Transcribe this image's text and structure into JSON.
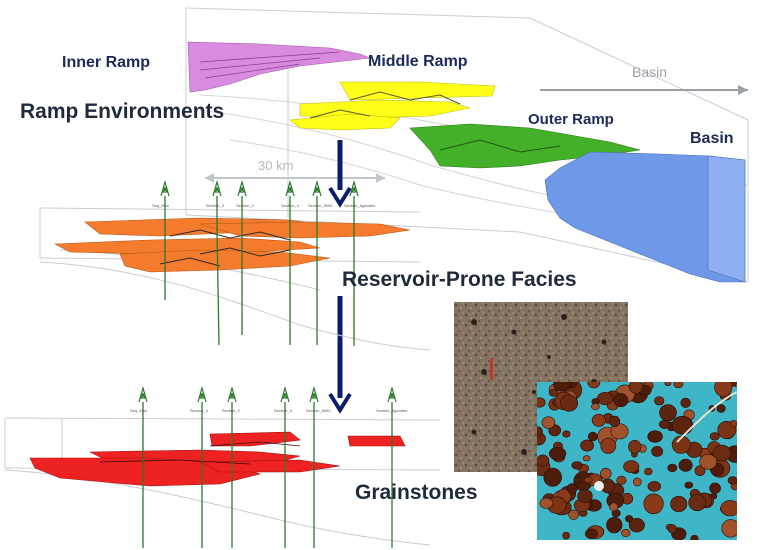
{
  "labels": {
    "ramp_environments": "Ramp Environments",
    "reservoir_prone_facies": "Reservoir-Prone Facies",
    "grainstones": "Grainstones"
  },
  "environments": {
    "inner_ramp": "Inner Ramp",
    "middle_ramp": "Middle Ramp",
    "outer_ramp": "Outer Ramp",
    "basin": "Basin"
  },
  "axis": {
    "basin_direction": "Basin"
  },
  "scale_bar": {
    "label": "30 km"
  },
  "wells": {
    "middle_row": [
      "Seq_Mbs",
      "Section_3",
      "Section_2",
      "Section_4",
      "Section_3000",
      "Section_Agoudim"
    ],
    "bottom_row": [
      "Seq_Mbs",
      "Section_3",
      "Section_2",
      "Section_4",
      "Section_3000",
      "Section_Agoudim"
    ]
  },
  "colors": {
    "inner_ramp": "#d98be0",
    "middle_ramp": "#ffff1a",
    "outer_ramp": "#44b02a",
    "basin": "#6f98e8",
    "reservoir": "#f47c2c",
    "grainstone": "#ee2222",
    "well": "#2a7a2a",
    "arrow": "#0a1f6a"
  },
  "icons": [
    "well-derrick-icon",
    "flow-arrow-icon"
  ]
}
